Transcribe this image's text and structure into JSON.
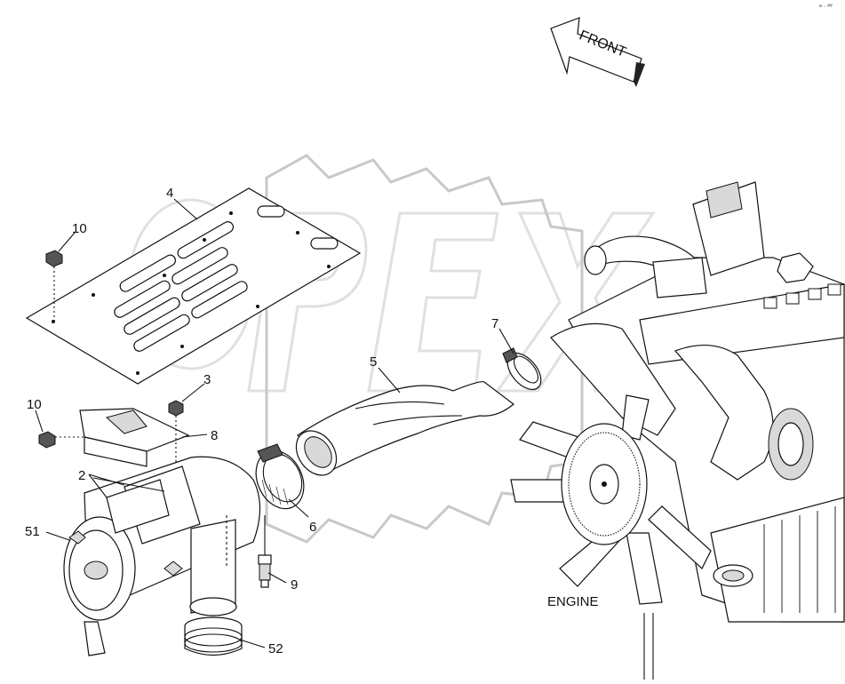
{
  "front_label": "FRONT",
  "engine_label": "ENGINE",
  "watermark_text": "OPEX",
  "corner_mark": "a→ ##",
  "callouts": {
    "c2": "2",
    "c3": "3",
    "c4": "4",
    "c5": "5",
    "c6": "6",
    "c7": "7",
    "c8": "8",
    "c9": "9",
    "c10a": "10",
    "c10b": "10",
    "c51": "51",
    "c52": "52"
  },
  "colors": {
    "line": "#111111",
    "watermark": "#c8c8c8",
    "background": "#ffffff"
  }
}
